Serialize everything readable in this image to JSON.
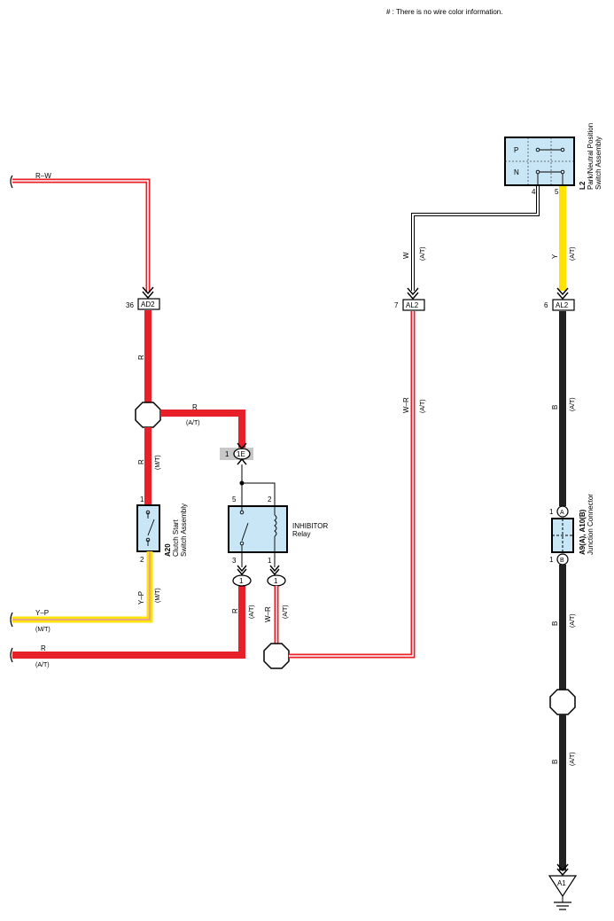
{
  "note": "# : There is no wire color information.",
  "colors": {
    "red": "#e8202a",
    "yellow": "#ffe200",
    "black": "#222222",
    "component_fill": "#c8e6f5",
    "white_wire": "#ffffff",
    "gray_box": "#c8c8c8",
    "pink": "#e3a0a0"
  },
  "connectors": {
    "ad2": {
      "pin": "36",
      "name": "AD2"
    },
    "al2_left": {
      "pin": "7",
      "name": "AL2"
    },
    "al2_right": {
      "pin": "6",
      "name": "AL2"
    },
    "ie": {
      "pin": "1",
      "name": "1E"
    },
    "relay_out_3": {
      "name": "1"
    },
    "relay_out_1": {
      "name": "1"
    },
    "ground": {
      "name": "A1"
    }
  },
  "wires": {
    "rw_in": {
      "color": "R–W"
    },
    "ad2_down": {
      "color": "R"
    },
    "r_at_branch": {
      "color": "R",
      "note": "(A/T)"
    },
    "r_mt": {
      "color": "R",
      "note": "(M/T)"
    },
    "yp_vertical": {
      "color": "Y–P",
      "note": "(M/T)"
    },
    "yp_horizontal": {
      "color": "Y–P",
      "note": "(M/T)"
    },
    "r_bottom": {
      "color": "R",
      "note": "(A/T)"
    },
    "r_relay_out": {
      "color": "R",
      "note": "(A/T)"
    },
    "wr_relay_out": {
      "color": "W–R",
      "note": "(A/T)"
    },
    "w_top": {
      "color": "W",
      "note": "(A/T)"
    },
    "wr_al2": {
      "color": "W–R",
      "note": "(A/T)"
    },
    "y_top": {
      "color": "Y",
      "note": "(A/T)"
    },
    "b_1": {
      "color": "B",
      "note": "(A/T)"
    },
    "b_2": {
      "color": "B",
      "note": "(A/T)"
    },
    "b_3": {
      "color": "B",
      "note": "(A/T)"
    }
  },
  "components": {
    "clutch": {
      "id": "A20",
      "name_line1": "Clutch Start",
      "name_line2": "Switch Assembly",
      "pin_top": "1",
      "pin_bottom": "2"
    },
    "relay": {
      "name_line1": "INHIBITOR",
      "name_line2": "Relay",
      "pin_5": "5",
      "pin_2": "2",
      "pin_3": "3",
      "pin_1": "1"
    },
    "park_switch": {
      "id": "L2",
      "name_line1": "Park/Neutral Position",
      "name_line2": "Switch Assembly",
      "row_p": "P",
      "row_n": "N",
      "pin_4": "4",
      "pin_5": "5"
    },
    "junction": {
      "id": "A9(A), A10(B)",
      "name": "Junction Connector",
      "pin_top": "1",
      "pin_bottom": "1",
      "label_a": "A",
      "label_b": "B"
    }
  }
}
